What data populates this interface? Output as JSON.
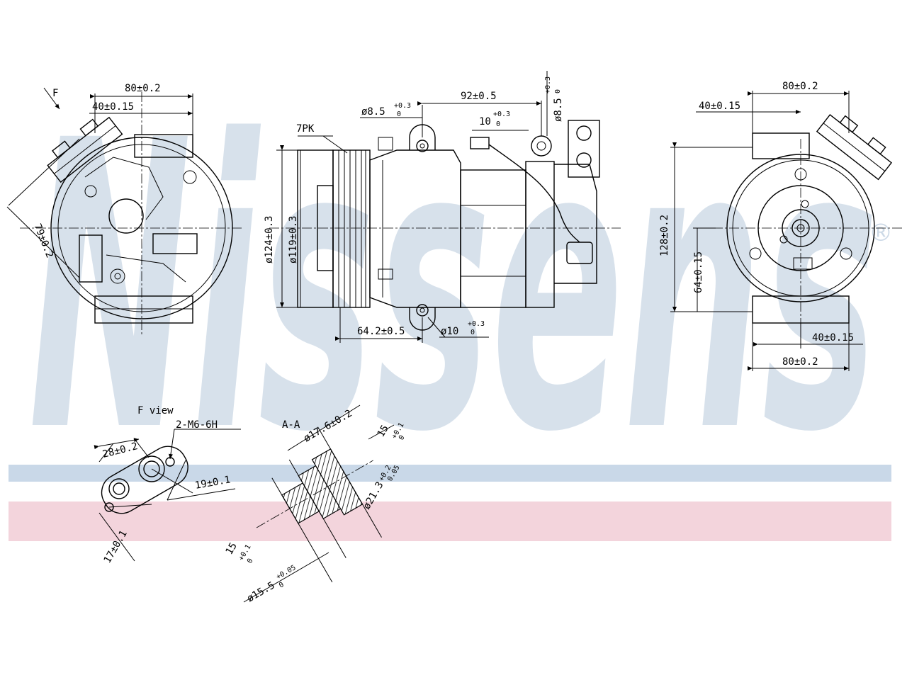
{
  "brand": {
    "watermark": "Nissens",
    "registered_mark": "®",
    "band_colors": {
      "blue": "#c9d8e8",
      "pink": "#f3d4dc",
      "watermark": "#b7c9dc"
    }
  },
  "left_view": {
    "view_marker": "F",
    "dim_width": "80±0.2",
    "dim_half": "40±0.15",
    "dim_diag": "79±0.2"
  },
  "side_view": {
    "belt": "7PK",
    "hole_top": "ø8.5",
    "hole_top_tol": "+0.3",
    "hole_top_tol2": "0",
    "dim_92": "92±0.5",
    "dim_10": "10",
    "dim_10_tol": "+0.3",
    "dim_10_tol2": "0",
    "hole_right": "ø8.5",
    "hole_right_tol": "+0.3",
    "hole_right_tol2": "0",
    "dia_124": "ø124±0.3",
    "dia_119": "ø119±0.3",
    "dim_64": "64.2±0.5",
    "hole_bottom": "ø10",
    "hole_bottom_tol": "+0.3",
    "hole_bottom_tol2": "0"
  },
  "right_view": {
    "dim_80_top": "80±0.2",
    "dim_40_top": "40±0.15",
    "dim_128": "128±0.2",
    "dim_64": "64±0.15",
    "dim_40_bottom": "40±0.15",
    "dim_80_bottom": "80±0.2"
  },
  "f_view": {
    "title": "F view",
    "thread": "2-M6-6H",
    "dim_28": "28±0.2",
    "dim_19": "19±0.1",
    "dim_17": "17±0.1"
  },
  "section_aa": {
    "title": "A-A",
    "dia_17": "ø17.6±0.2",
    "dim_15": "15",
    "dim_15_tol": "+0.1",
    "dim_15_tol2": "0",
    "dia_21": "ø21.3",
    "dia_21_tol": "+0.2",
    "dia_21_tol2": "0.05",
    "dim_15b": "15",
    "dim_15b_tol": "+0.1",
    "dim_15b_tol2": "0",
    "dia_15": "ø15.5",
    "dia_15_tol": "+0.05",
    "dia_15_tol2": "0"
  }
}
